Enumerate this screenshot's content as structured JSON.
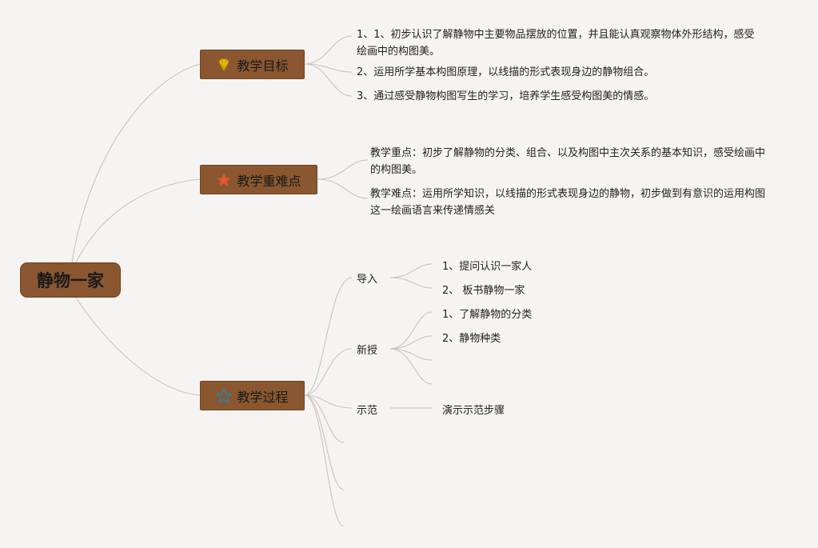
{
  "root": {
    "label": "静物一家"
  },
  "branches": [
    {
      "label": "教学目标",
      "icon": "diamond-icon",
      "icon_color": "#f2c200",
      "items": [
        "1、1、初步认识了解静物中主要物品摆放的位置，并且能认真观察物体外形结构，感受绘画中的构图美。",
        "2、运用所学基本构图原理，以线描的形式表现身边的静物组合。",
        "3、通过感受静物构图写生的学习，培养学生感受构图美的情感。"
      ]
    },
    {
      "label": "教学重难点",
      "icon": "star-filled-icon",
      "icon_color": "#e2572b",
      "items": [
        "教学重点：初步了解静物的分类、组合、以及构图中主次关系的基本知识，感受绘画中的构图美。",
        "教学难点：运用所学知识，以线描的形式表现身边的静物，初步做到有意识的运用构图这一绘画语言来传递情感关"
      ]
    },
    {
      "label": "教学过程",
      "icon": "star-outline-icon",
      "icon_color": "#2a7fa8",
      "children": [
        {
          "label": "导入",
          "items": [
            "1、提问认识一家人",
            "2、  板书静物一家"
          ]
        },
        {
          "label": "新授",
          "items": [
            "1、了解静物的分类",
            "2、静物种类"
          ]
        },
        {
          "label": "示范",
          "items": [
            "演示示范步骤"
          ]
        }
      ]
    }
  ],
  "colors": {
    "node_fill": "#8a5730",
    "link": "#c8c2bc",
    "background": "#f6f4f2"
  }
}
